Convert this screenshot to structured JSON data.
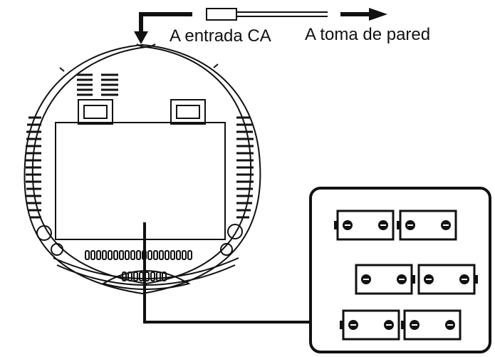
{
  "labels": {
    "ac_input": "A entrada CA",
    "wall_outlet": "A toma de pared"
  },
  "colors": {
    "stroke": "#111111",
    "background": "#ffffff"
  },
  "icons": {
    "left_arrow": "arrow-down-left-icon",
    "right_arrow": "arrow-right-icon",
    "plug": "power-plug-icon",
    "battery": "battery-icon"
  },
  "battery_compartment": {
    "rows": [
      {
        "count": 2
      },
      {
        "count": 2
      },
      {
        "count": 2
      }
    ]
  }
}
